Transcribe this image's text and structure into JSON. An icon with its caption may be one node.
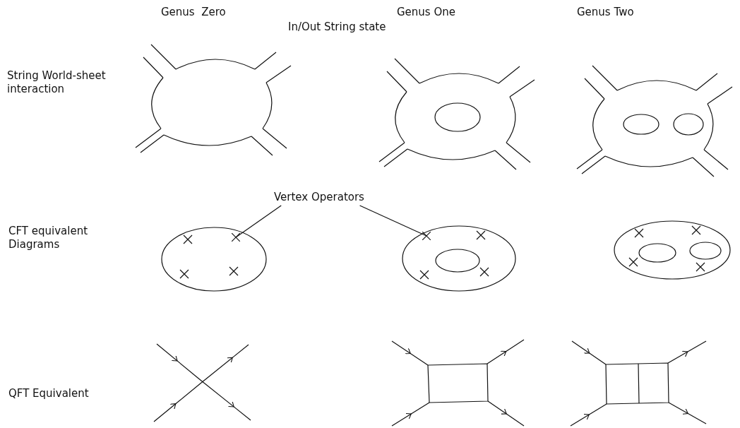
{
  "diagram": {
    "nodes": [
      {
        "text": [
          "Vertex Operators"
        ]
      },
      {
        "text": [],
        "shape": "cross"
      },
      {
        "text": [],
        "shape": "cross"
      }
    ],
    "edges": [
      {
        "from": 0,
        "to": 1,
        "arrow": "none"
      },
      {
        "from": 0,
        "to": 2,
        "arrow": "none"
      }
    ],
    "labels": [
      "Genus  Zero",
      "Genus One",
      "Genus Two",
      "In/Out String state",
      "String World-sheet interaction",
      "CFT equivalent Diagrams",
      "QFT Equivalent"
    ]
  }
}
